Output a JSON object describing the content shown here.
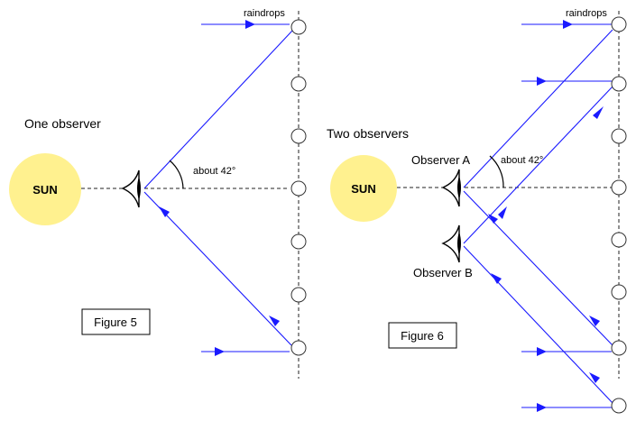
{
  "colors": {
    "sun": "#fff18f",
    "ray": "#1a1aff",
    "arrow": "#1a1aff",
    "line": "#222222"
  },
  "left": {
    "heading": "One observer",
    "sun_label": "SUN",
    "raindrops_label": "raindrops",
    "angle_label": "about 42°",
    "figure_label": "Figure 5"
  },
  "right": {
    "heading": "Two observers",
    "sun_label": "SUN",
    "raindrops_label": "raindrops",
    "angle_label": "about 42°",
    "observer_a_label": "Observer A",
    "observer_b_label": "Observer B",
    "figure_label": "Figure 6"
  }
}
